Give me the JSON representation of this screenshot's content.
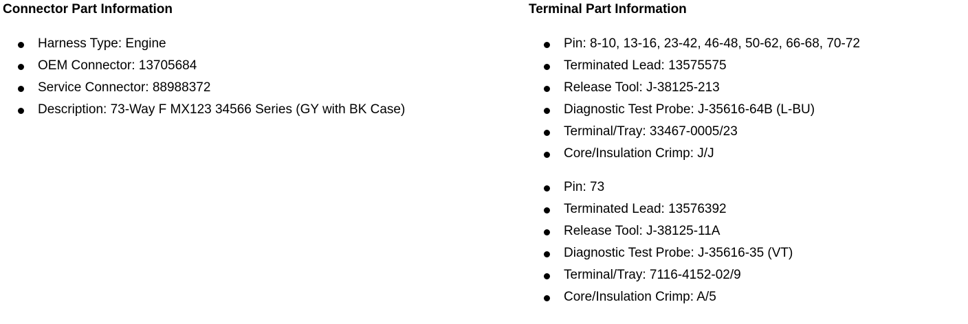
{
  "colors": {
    "background": "#ffffff",
    "text": "#000000",
    "bullet": "#000000"
  },
  "connector_section": {
    "title": "Connector Part Information",
    "items": [
      "Harness Type: Engine",
      "OEM Connector: 13705684",
      "Service Connector: 88988372",
      "Description: 73-Way F MX123 34566 Series (GY with BK Case)"
    ]
  },
  "terminal_section": {
    "title": "Terminal Part Information",
    "groups": [
      {
        "items": [
          "Pin: 8-10, 13-16, 23-42, 46-48, 50-62, 66-68, 70-72",
          "Terminated Lead: 13575575",
          "Release Tool: J-38125-213",
          "Diagnostic Test Probe: J-35616-64B (L-BU)",
          "Terminal/Tray: 33467-0005/23",
          "Core/Insulation Crimp: J/J"
        ]
      },
      {
        "items": [
          "Pin: 73",
          "Terminated Lead: 13576392",
          "Release Tool: J-38125-11A",
          "Diagnostic Test Probe: J-35616-35 (VT)",
          "Terminal/Tray: 7116-4152-02/9",
          "Core/Insulation Crimp: A/5"
        ]
      }
    ]
  }
}
